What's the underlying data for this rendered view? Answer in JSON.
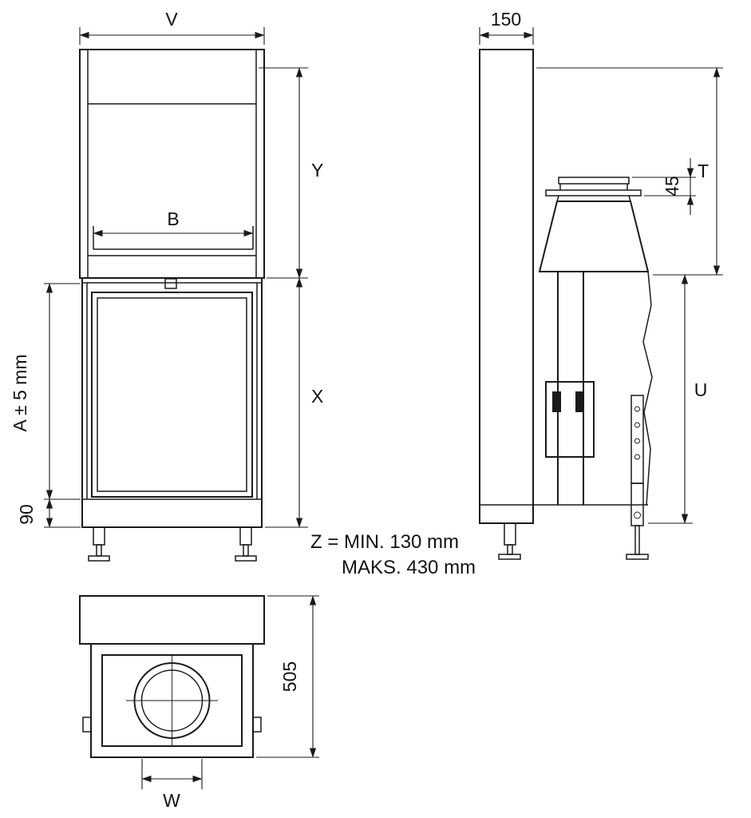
{
  "views": {
    "front": {
      "width_top": "V",
      "height_upper": "Y",
      "opening_width": "B",
      "height_lower": "X",
      "height_a": "A ± 5 mm",
      "plinth_height": "90",
      "leg_note_line1": "Z = MIN. 130 mm",
      "leg_note_line2": "MAKS. 430 mm"
    },
    "side": {
      "depth_top": "150",
      "collar_height": "45",
      "height_t": "T",
      "height_u": "U"
    },
    "bottom": {
      "depth_total": "505",
      "outlet_width": "W"
    }
  }
}
